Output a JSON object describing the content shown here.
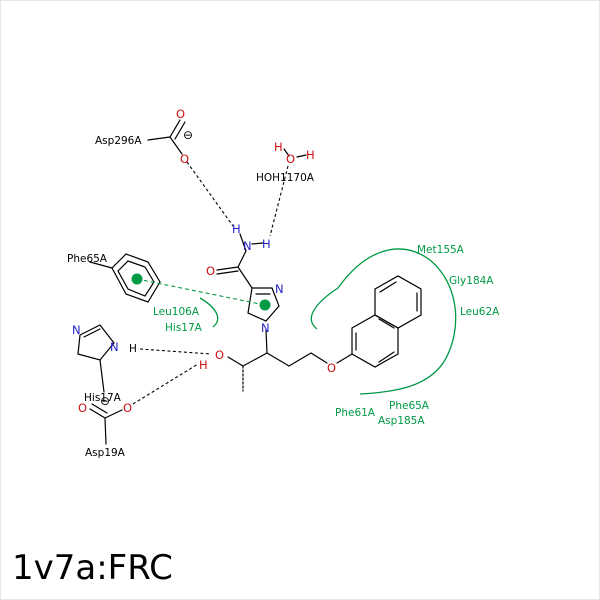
{
  "title": "1v7a:FRC",
  "residues": {
    "asp296": "Asp296A",
    "hoh1170": "HOH1170A",
    "phe65_top": "Phe65A",
    "leu106": "Leu106A",
    "his17_green": "His17A",
    "his17_black": "His17A",
    "asp19": "Asp19A",
    "met155": "Met155A",
    "gly184": "Gly184A",
    "leu62": "Leu62A",
    "phe61": "Phe61A",
    "phe65_bottom": "Phe65A",
    "asp185": "Asp185A"
  },
  "atoms": {
    "O": "O",
    "N": "N",
    "H": "H",
    "minus": "⊖"
  },
  "colors": {
    "hydrophobic": "#009944",
    "nitrogen": "#2323cc",
    "oxygen": "#cc1111"
  }
}
